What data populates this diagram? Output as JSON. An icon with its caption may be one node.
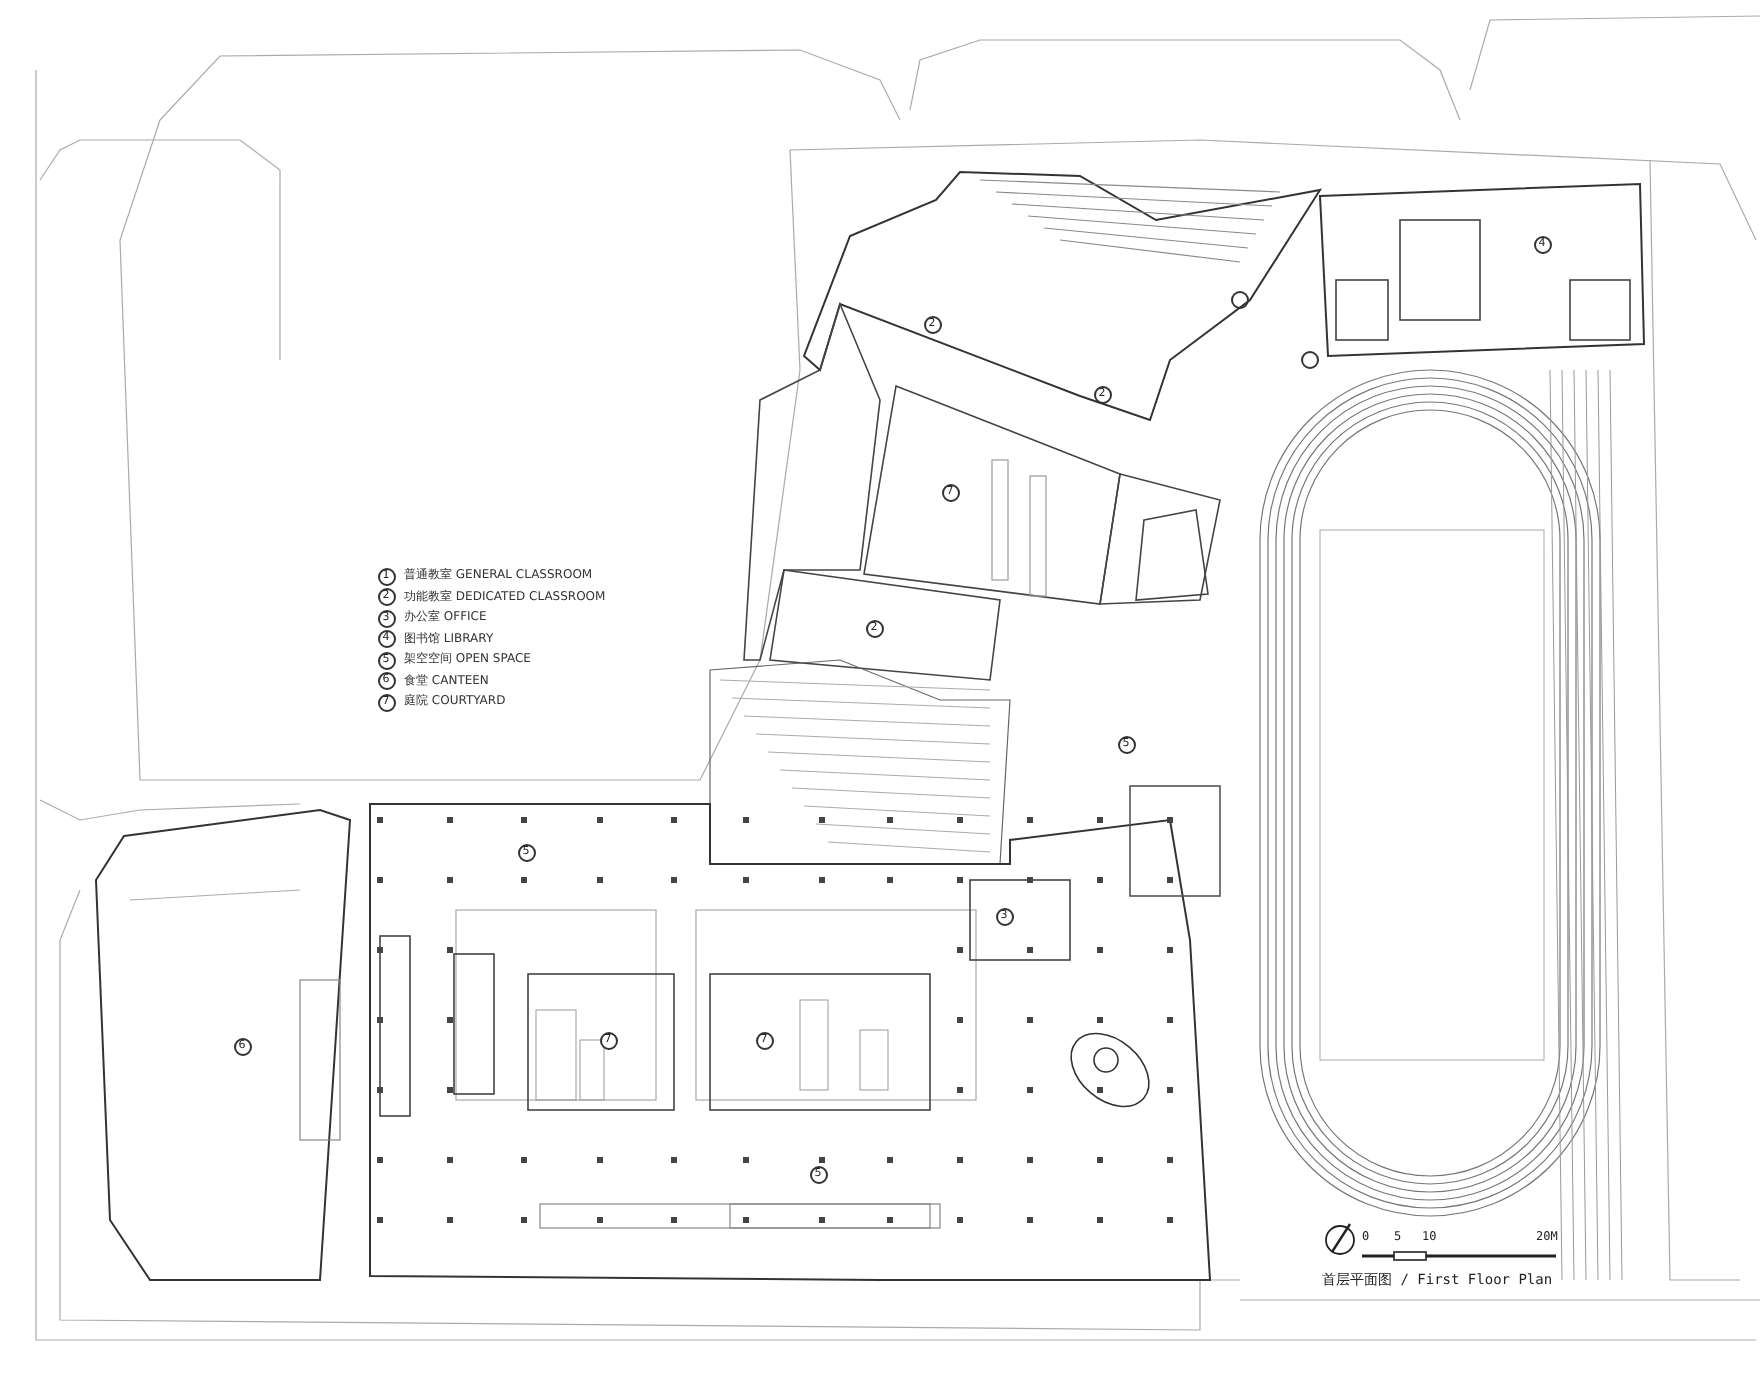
{
  "diagram": {
    "title": "首层平面图 / First Floor Plan",
    "labels": [
      "1",
      "普通教室 GENERAL CLASSROOM",
      "2",
      "功能教室 DEDICATED CLASSROOM",
      "3",
      "办公室 OFFICE",
      "4",
      "图书馆 LIBRARY",
      "5",
      "架空空间 OPEN SPACE",
      "6",
      "食堂 CANTEEN",
      "7",
      "庭院 COURTYARD",
      "2",
      "2",
      "7",
      "2",
      "4",
      "5",
      "5",
      "3",
      "6",
      "7",
      "7",
      "5",
      "0",
      "5",
      "10",
      "20M"
    ]
  }
}
